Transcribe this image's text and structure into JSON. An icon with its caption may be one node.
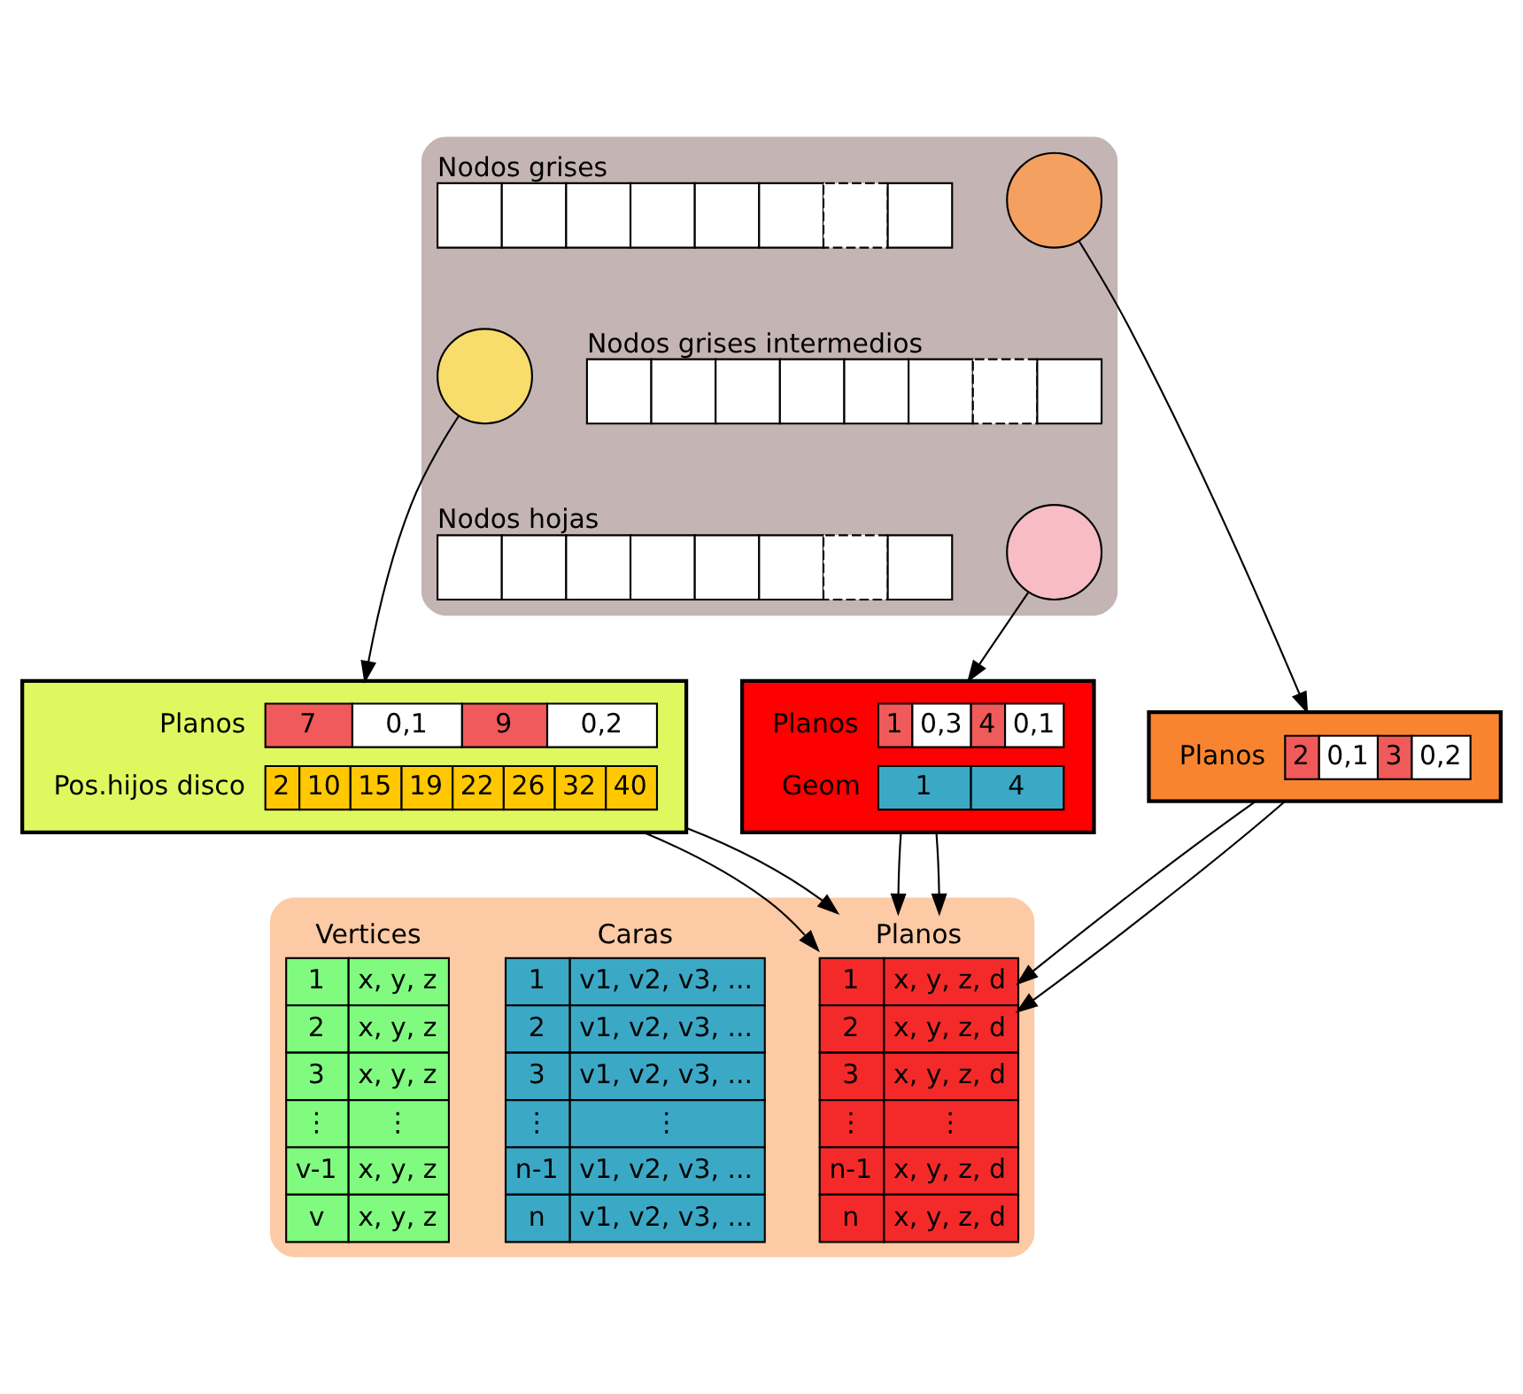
{
  "diagram": {
    "nodes": [
      {
        "text": [],
        "shape": "box"
      },
      {
        "text": [
          "Nodos grises"
        ],
        "in": 0
      },
      {
        "text": [],
        "shape": "circle",
        "in": 0
      },
      {
        "text": [
          "Nodos grises intermedios"
        ],
        "in": 0
      },
      {
        "text": [],
        "shape": "circle",
        "in": 0
      },
      {
        "text": [
          "Nodos hojas"
        ],
        "in": 0
      },
      {
        "text": [],
        "shape": "circle",
        "in": 0
      },
      {
        "text": [
          "Planos",
          "7",
          "0,1",
          "9",
          "0,2",
          "Pos.hijos disco",
          "2",
          "10",
          "15",
          "19",
          "22",
          "26",
          "32",
          "40"
        ]
      },
      {
        "text": [
          "Planos",
          "1",
          "0,3",
          "4",
          "0,1",
          "Geom",
          "1",
          "4"
        ]
      },
      {
        "text": [
          "Planos",
          "2",
          "0,1",
          "3",
          "0,2"
        ]
      },
      {
        "text": [],
        "shape": "box"
      },
      {
        "text": [
          "Vertices",
          "1",
          "x, y, z",
          "2",
          "x, y, z",
          "3",
          "x, y, z",
          "⋮",
          "⋮",
          "v-1",
          "x, y, z",
          "v",
          "x, y, z"
        ],
        "in": 10
      },
      {
        "text": [
          "Caras",
          "1",
          "v1, v2, v3, ...",
          "2",
          "v1, v2, v3, ...",
          "3",
          "v1, v2, v3, ...",
          "⋮",
          "⋮",
          "n-1",
          "v1, v2, v3, ...",
          "n",
          "v1, v2, v3, ..."
        ],
        "in": 10
      },
      {
        "text": [
          "Planos",
          "1",
          "x, y, z, d",
          "2",
          "x, y, z, d",
          "3",
          "x, y, z, d",
          "⋮",
          "⋮",
          "n-1",
          "x, y, z, d",
          "n",
          "x, y, z, d"
        ],
        "in": 10
      }
    ],
    "edges": [
      {
        "from": 4,
        "to": 7,
        "arrow": "to"
      },
      {
        "from": 6,
        "to": 8,
        "arrow": "to"
      },
      {
        "from": 2,
        "to": 9,
        "arrow": "to"
      },
      {
        "from": 7,
        "to": 13,
        "arrow": "to"
      },
      {
        "from": 7,
        "to": 13,
        "arrow": "to"
      },
      {
        "from": 8,
        "to": 13,
        "arrow": "to"
      },
      {
        "from": 8,
        "to": 13,
        "arrow": "to"
      },
      {
        "from": 9,
        "to": 13,
        "arrow": "to"
      },
      {
        "from": 9,
        "to": 13,
        "arrow": "to"
      }
    ]
  }
}
